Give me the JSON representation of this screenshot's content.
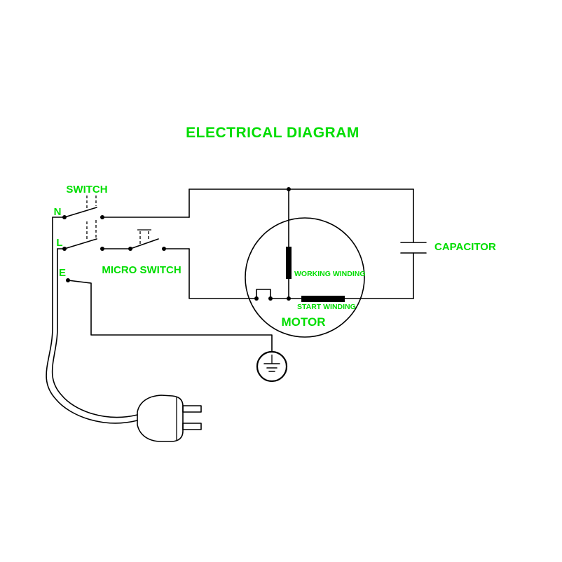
{
  "diagram": {
    "title": "ELECTRICAL DIAGRAM",
    "labels": {
      "switch": "SWITCH",
      "n": "N",
      "l": "L",
      "e": "E",
      "micro_switch": "MICRO SWITCH",
      "capacitor": "CAPACITOR",
      "working_winding": "WORKING WINDING",
      "start_winding": "START WINDING",
      "motor": "MOTOR"
    },
    "colors": {
      "label_green": "#00dd00",
      "line_black": "#000000",
      "background": "#ffffff"
    }
  }
}
